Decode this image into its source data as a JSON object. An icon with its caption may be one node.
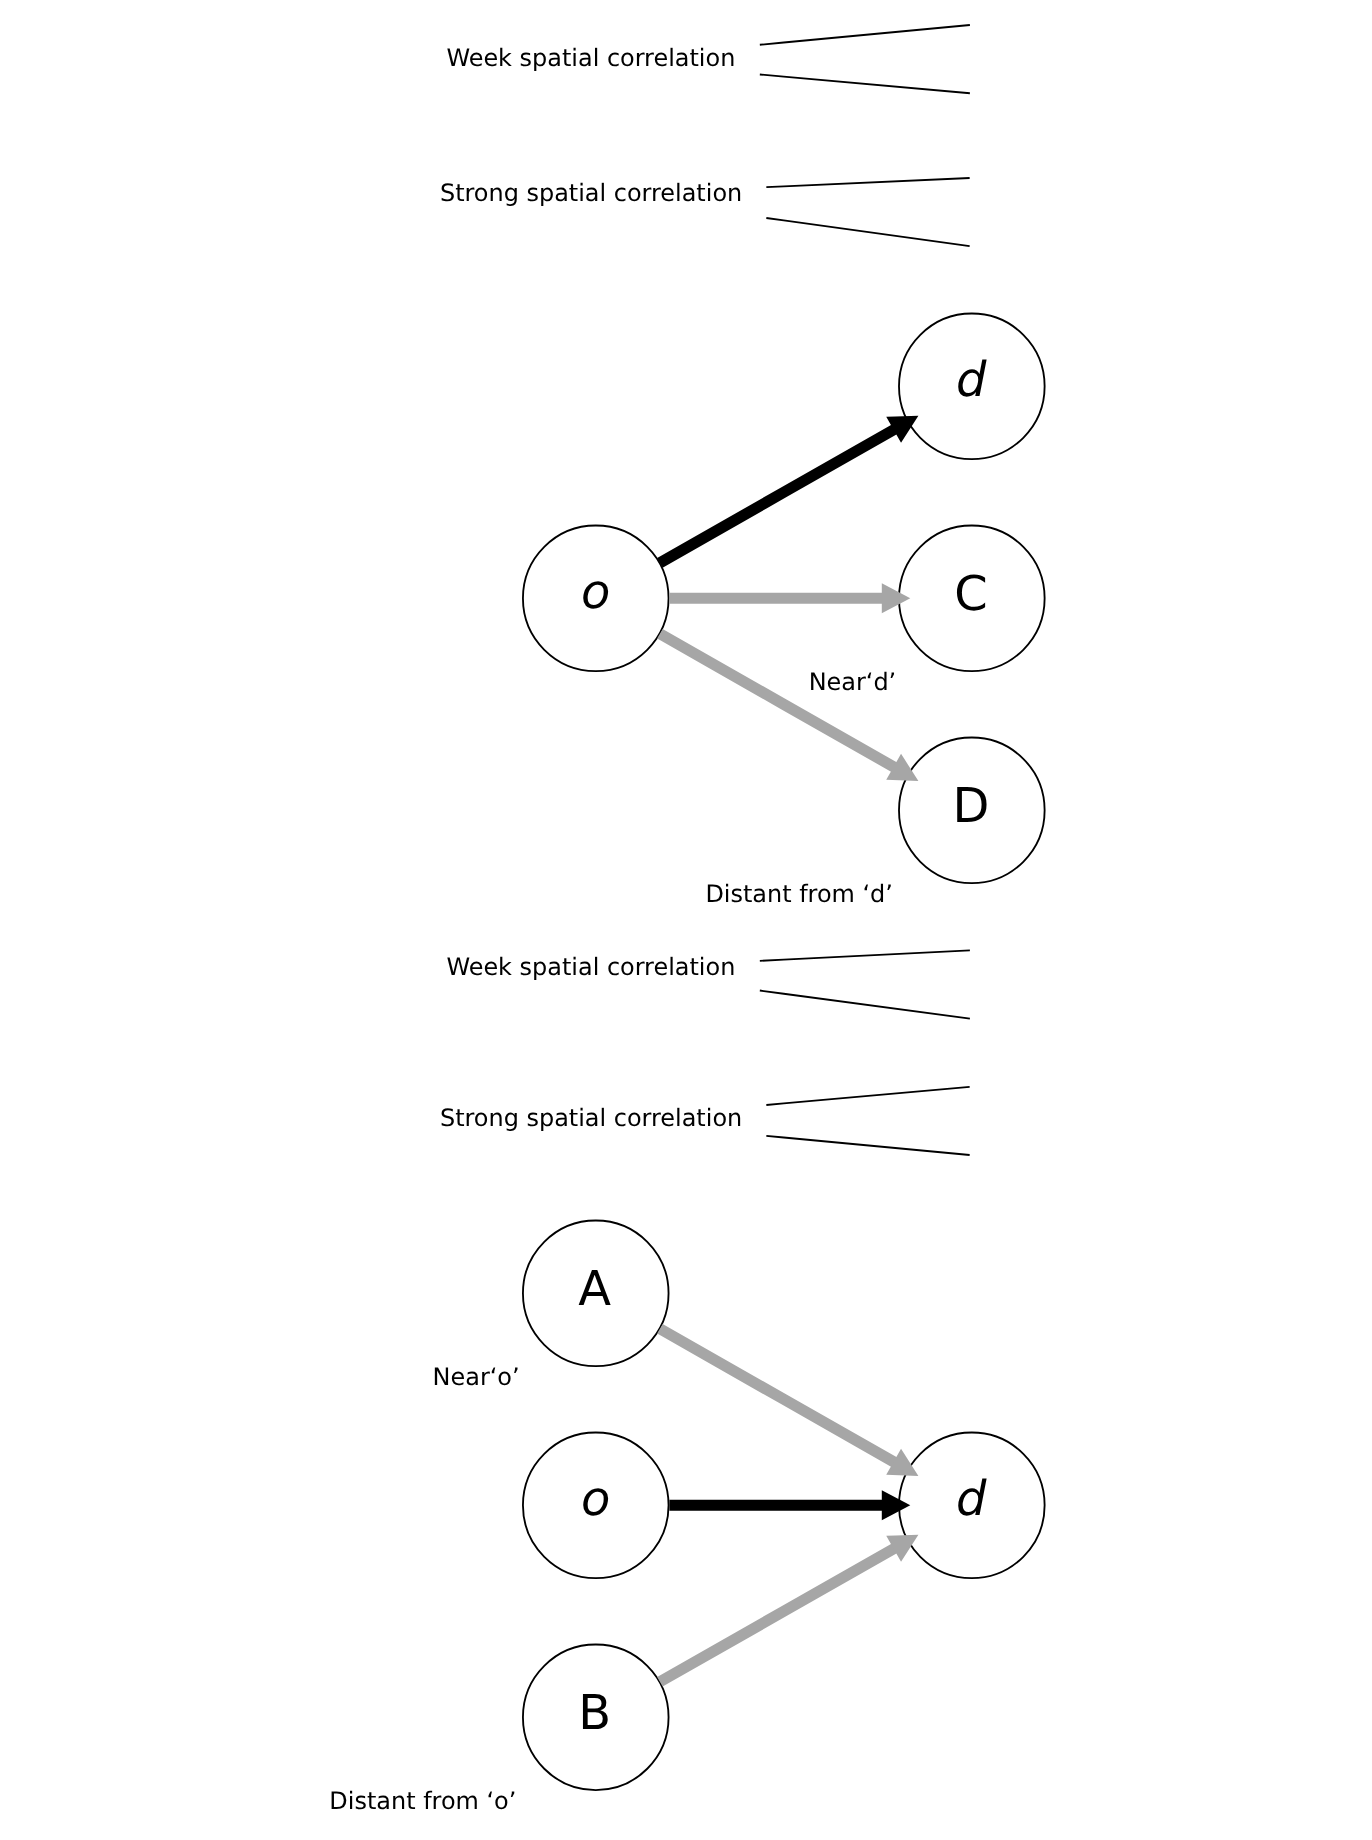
{
  "diagram": {
    "nodes": [
      {
        "text": [
          "A"
        ],
        "beside": [
          "Near‘o’"
        ]
      },
      {
        "text": [
          "o"
        ]
      },
      {
        "text": [
          "d"
        ]
      },
      {
        "text": [
          "B"
        ],
        "beside": [
          "Distant from ‘o’"
        ]
      },
      {
        "text": [
          "Strong spatial correlation"
        ]
      },
      {
        "text": [
          "Week spatial correlation"
        ]
      },
      {
        "text": [
          "o"
        ]
      },
      {
        "text": [
          "d"
        ]
      },
      {
        "text": [
          "C"
        ],
        "beside": [
          "Near‘d’"
        ]
      },
      {
        "text": [
          "D"
        ],
        "beside": [
          "Distant from ‘d’"
        ]
      },
      {
        "text": [
          "Strong spatial correlation"
        ]
      },
      {
        "text": [
          "Week spatial correlation"
        ]
      }
    ],
    "edges": [
      {
        "from": 0,
        "to": 2,
        "arrow": "to",
        "style": "thick",
        "color": "#a6a6a6"
      },
      {
        "from": 1,
        "to": 2,
        "arrow": "to",
        "style": "thick"
      },
      {
        "from": 3,
        "to": 2,
        "arrow": "to",
        "style": "thick",
        "color": "#a6a6a6"
      },
      {
        "from": 4,
        "to": null,
        "arrow": "none"
      },
      {
        "from": 4,
        "to": null,
        "arrow": "none"
      },
      {
        "from": 5,
        "to": null,
        "arrow": "none"
      },
      {
        "from": 5,
        "to": null,
        "arrow": "none"
      },
      {
        "from": 6,
        "to": 8,
        "arrow": "to",
        "style": "thick",
        "color": "#a6a6a6"
      },
      {
        "from": 6,
        "to": 7,
        "arrow": "to",
        "style": "thick"
      },
      {
        "from": 6,
        "to": 9,
        "arrow": "to",
        "style": "thick",
        "color": "#a6a6a6"
      },
      {
        "from": 10,
        "to": null,
        "arrow": "none"
      },
      {
        "from": 10,
        "to": null,
        "arrow": "none"
      },
      {
        "from": 11,
        "to": null,
        "arrow": "none"
      },
      {
        "from": 11,
        "to": null,
        "arrow": "none"
      }
    ]
  }
}
